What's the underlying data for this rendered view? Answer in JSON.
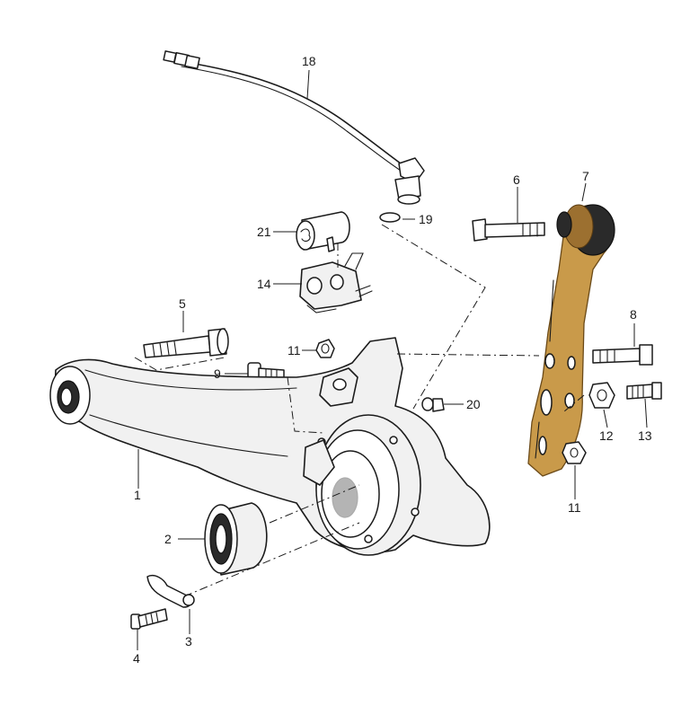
{
  "callouts": {
    "c1": "1",
    "c2": "2",
    "c3": "3",
    "c4": "4",
    "c5": "5",
    "c6": "6",
    "c7": "7",
    "c8": "8",
    "c9": "9",
    "c11a": "11",
    "c11b": "11",
    "c12": "12",
    "c13": "13",
    "c14": "14",
    "c18": "18",
    "c19": "19",
    "c20": "20",
    "c21": "21"
  },
  "colors": {
    "background": "#ffffff",
    "ink": "#1b1b1b",
    "arm_bronze": "#c99a4a"
  }
}
